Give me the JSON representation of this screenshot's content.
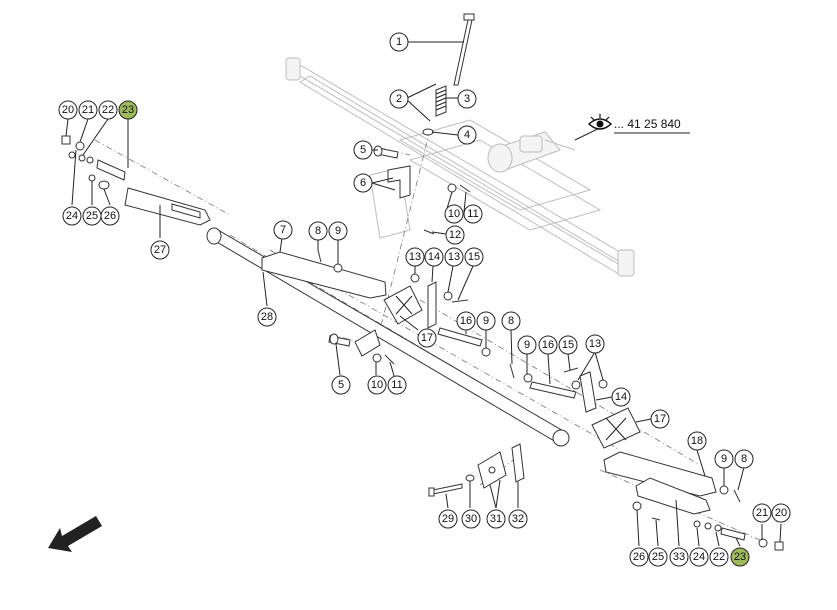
{
  "reference": {
    "text": "... 41 25 840",
    "icon": "eye-icon"
  },
  "callouts": [
    {
      "label": "1"
    },
    {
      "label": "2"
    },
    {
      "label": "3"
    },
    {
      "label": "4"
    },
    {
      "label": "5"
    },
    {
      "label": "6"
    },
    {
      "label": "7"
    },
    {
      "label": "8"
    },
    {
      "label": "9"
    },
    {
      "label": "10"
    },
    {
      "label": "11"
    },
    {
      "label": "12"
    },
    {
      "label": "13"
    },
    {
      "label": "14"
    },
    {
      "label": "13"
    },
    {
      "label": "15"
    },
    {
      "label": "16"
    },
    {
      "label": "9"
    },
    {
      "label": "8"
    },
    {
      "label": "17"
    },
    {
      "label": "9"
    },
    {
      "label": "16"
    },
    {
      "label": "15"
    },
    {
      "label": "13"
    },
    {
      "label": "14"
    },
    {
      "label": "17"
    },
    {
      "label": "5"
    },
    {
      "label": "10"
    },
    {
      "label": "11"
    },
    {
      "label": "18"
    },
    {
      "label": "9"
    },
    {
      "label": "8"
    },
    {
      "label": "20"
    },
    {
      "label": "21"
    },
    {
      "label": "22"
    },
    {
      "label": "23"
    },
    {
      "label": "24"
    },
    {
      "label": "25"
    },
    {
      "label": "26"
    },
    {
      "label": "27"
    },
    {
      "label": "28"
    },
    {
      "label": "29"
    },
    {
      "label": "30"
    },
    {
      "label": "31"
    },
    {
      "label": "32"
    },
    {
      "label": "26"
    },
    {
      "label": "25"
    },
    {
      "label": "33"
    },
    {
      "label": "24"
    },
    {
      "label": "22"
    },
    {
      "label": "23"
    },
    {
      "label": "21"
    },
    {
      "label": "20"
    }
  ],
  "highlight_color": "#9dbb5a"
}
